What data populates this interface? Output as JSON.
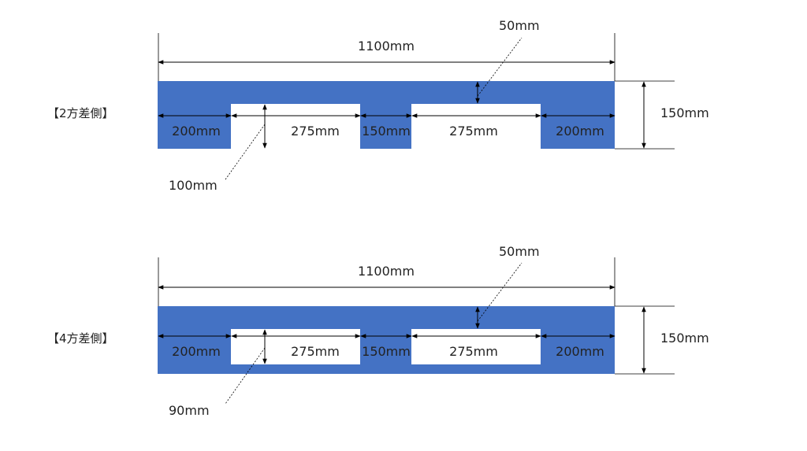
{
  "colors": {
    "pallet": "#4472c4",
    "line": "#000000",
    "background": "#ffffff"
  },
  "diagrams": [
    {
      "id": "two-way",
      "side_label": "【2方差側】",
      "total_width": "1100mm",
      "height": "150mm",
      "deck_thickness": "50mm",
      "opening_height": "100mm",
      "segments": {
        "left_block": "200mm",
        "left_opening": "275mm",
        "center_block": "150mm",
        "right_opening": "275mm",
        "right_block": "200mm"
      }
    },
    {
      "id": "four-way",
      "side_label": "【4方差側】",
      "total_width": "1100mm",
      "height": "150mm",
      "deck_thickness": "50mm",
      "opening_height": "90mm",
      "segments": {
        "left_block": "200mm",
        "left_opening": "275mm",
        "center_block": "150mm",
        "right_opening": "275mm",
        "right_block": "200mm"
      }
    }
  ]
}
